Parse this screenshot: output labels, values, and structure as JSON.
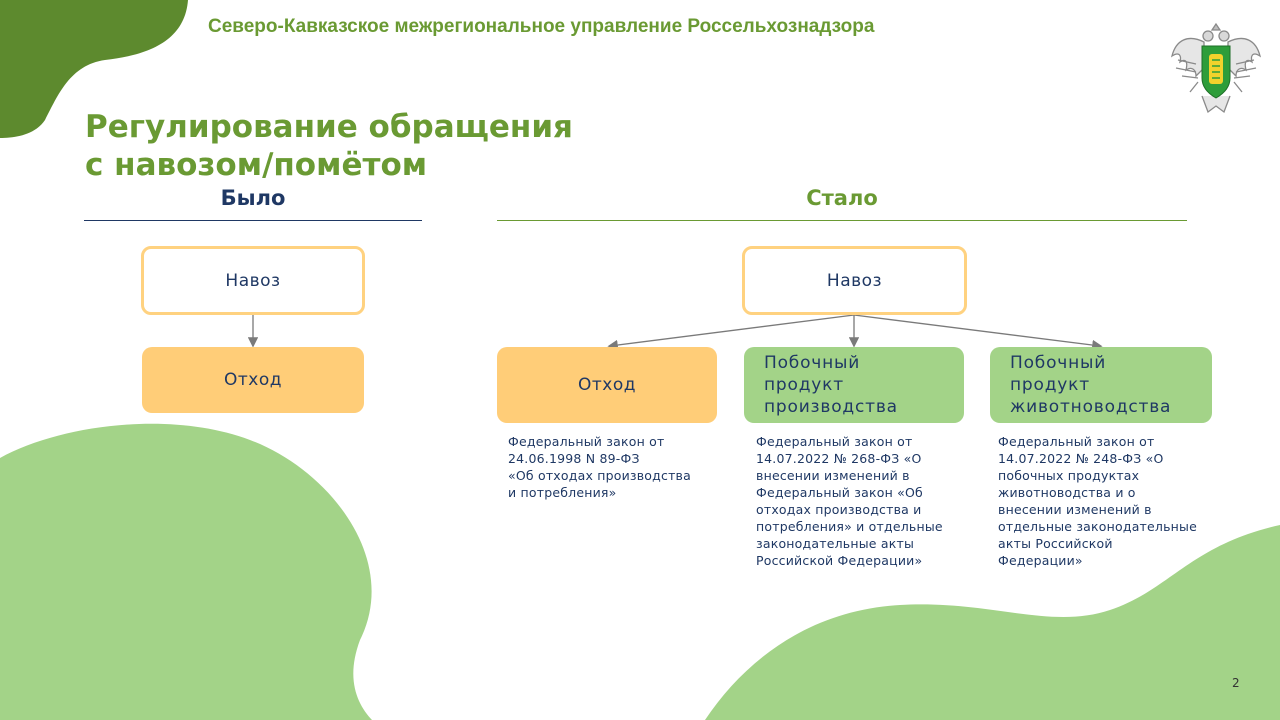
{
  "header": {
    "org_name": "Северо-Кавказское межрегиональное управление Россельхознадзора"
  },
  "title": {
    "line1": "Регулирование обращения",
    "line2": "с навозом/помётом"
  },
  "was": {
    "heading": "Было",
    "source_label": "Навоз",
    "result_label": "Отход"
  },
  "now": {
    "heading": "Стало",
    "source_label": "Навоз",
    "branches": [
      {
        "label": "Отход",
        "law": "Федеральный закон от\n24.06.1998 N 89-ФЗ\n«Об отходах производства\nи потребления»"
      },
      {
        "label": "Побочный\nпродукт\nпроизводства",
        "law": "Федеральный закон от\n14.07.2022 № 268-ФЗ «О\nвнесении изменений в\nФедеральный закон «Об\nотходах производства и\nпотребления» и отдельные\nзаконодательные акты\nРоссийской Федерации»"
      },
      {
        "label": "Побочный\nпродукт\nживотноводства",
        "law": "Федеральный закон от\n14.07.2022 № 248-ФЗ «О\nпобочных продуктах\nживотноводства и о\nвнесении изменений в\nотдельные законодательные\nакты Российской\nФедерации»"
      }
    ]
  },
  "footer": {
    "page_number": "2"
  },
  "colors": {
    "brand_green": "#6a9a33",
    "dark_green_blob": "#5d8a2e",
    "light_green": "#a3d388",
    "orange_fill": "#ffcd78",
    "orange_outline": "#ffd280",
    "navy_text": "#1f3864"
  }
}
